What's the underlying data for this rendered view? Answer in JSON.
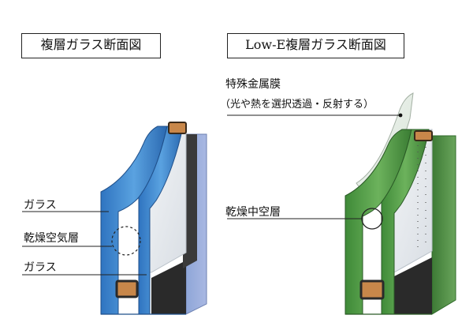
{
  "left_panel": {
    "title": "複層ガラス断面図",
    "labels": {
      "glass_outer": "ガラス",
      "air_layer": "乾燥空気層",
      "glass_inner": "ガラス"
    }
  },
  "right_panel": {
    "title": "Low-E複層ガラス断面図",
    "labels": {
      "special_film": "特殊金属膜",
      "special_film_note": "（光や熱を選択透過・反射する）",
      "hollow_layer": "乾燥中空層"
    }
  },
  "colors": {
    "standard_glass": "#3d7fc4",
    "low_e_glass": "#4a8f3e",
    "spacer_frame": "#2a2a2a",
    "desiccant": "#c8874a"
  }
}
